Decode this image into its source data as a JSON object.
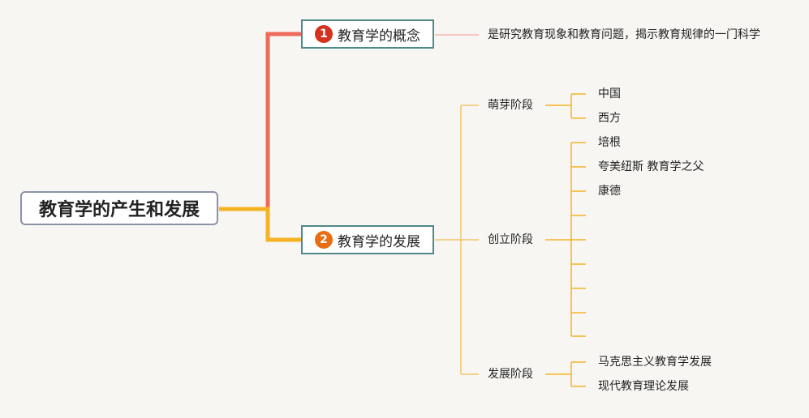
{
  "root": {
    "label": "教育学的产生和发展"
  },
  "branches": [
    {
      "num": "1",
      "label": "教育学的概念",
      "color": "#d4311e",
      "children": [
        {
          "label": "是研究教育现象和教育问题，揭示教育规律的一门科学"
        }
      ]
    },
    {
      "num": "2",
      "label": "教育学的发展",
      "color": "#ea6d12",
      "stages": [
        {
          "label": "萌芽阶段",
          "items": [
            "中国",
            "西方"
          ]
        },
        {
          "label": "创立阶段",
          "items": [
            "培根",
            "夸美纽斯 教育学之父",
            "康德",
            "",
            "",
            "",
            "",
            "",
            ""
          ]
        },
        {
          "label": "发展阶段",
          "items": [
            "马克思主义教育学发展",
            "现代教育理论发展"
          ]
        }
      ]
    }
  ],
  "colors": {
    "branch1_line": "#ef6a5a",
    "branch2_line": "#f5b324",
    "thin_line": "#f3c66b",
    "pink_line": "#f4b6ae"
  }
}
